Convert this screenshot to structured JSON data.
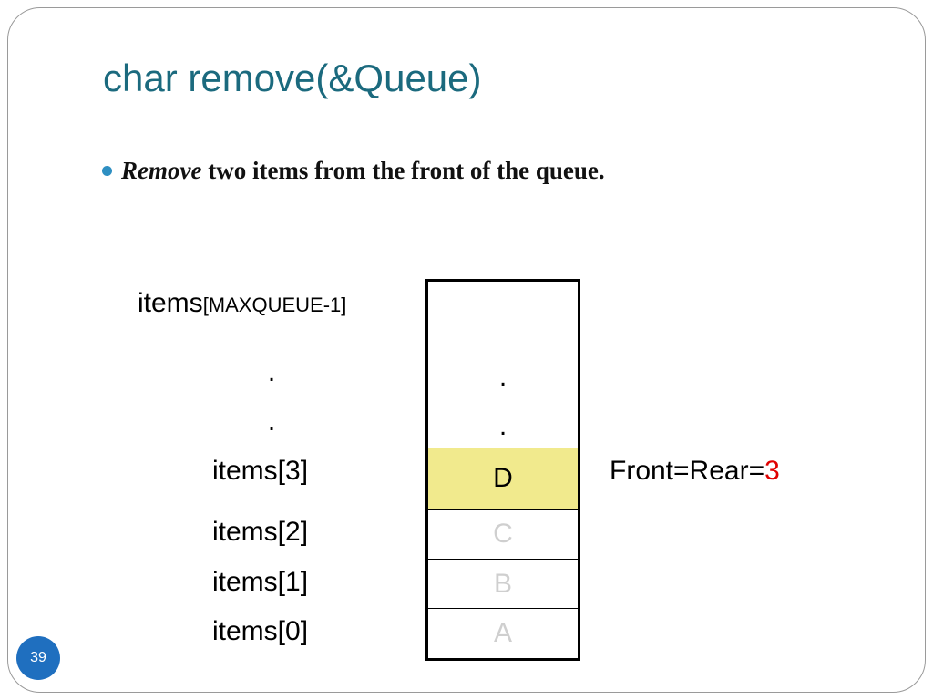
{
  "slide": {
    "title": "char remove(&Queue)",
    "bullet": {
      "emphasis": "Remove",
      "rest": " two items from the front of the queue."
    },
    "page_number": "39"
  },
  "diagram": {
    "top_label": {
      "name": "items",
      "subscript": "[MAXQUEUE-1]"
    },
    "ellipsis": ".",
    "row_labels": {
      "item3": "items[3]",
      "item2": "items[2]",
      "item1": "items[1]",
      "item0": "items[0]"
    },
    "cells": {
      "top": "",
      "dot": ".",
      "item3": "D",
      "item2": "C",
      "item1": "B",
      "item0": "A"
    },
    "status": {
      "text": "Front=Rear=",
      "value": "3"
    }
  },
  "colors": {
    "title": "#1b6a7e",
    "bullet": "#2e8fc2",
    "highlight": "#f1ea8d",
    "removed": "#cfcfcf",
    "value": "#e00000",
    "badge": "#1f6fbf"
  }
}
